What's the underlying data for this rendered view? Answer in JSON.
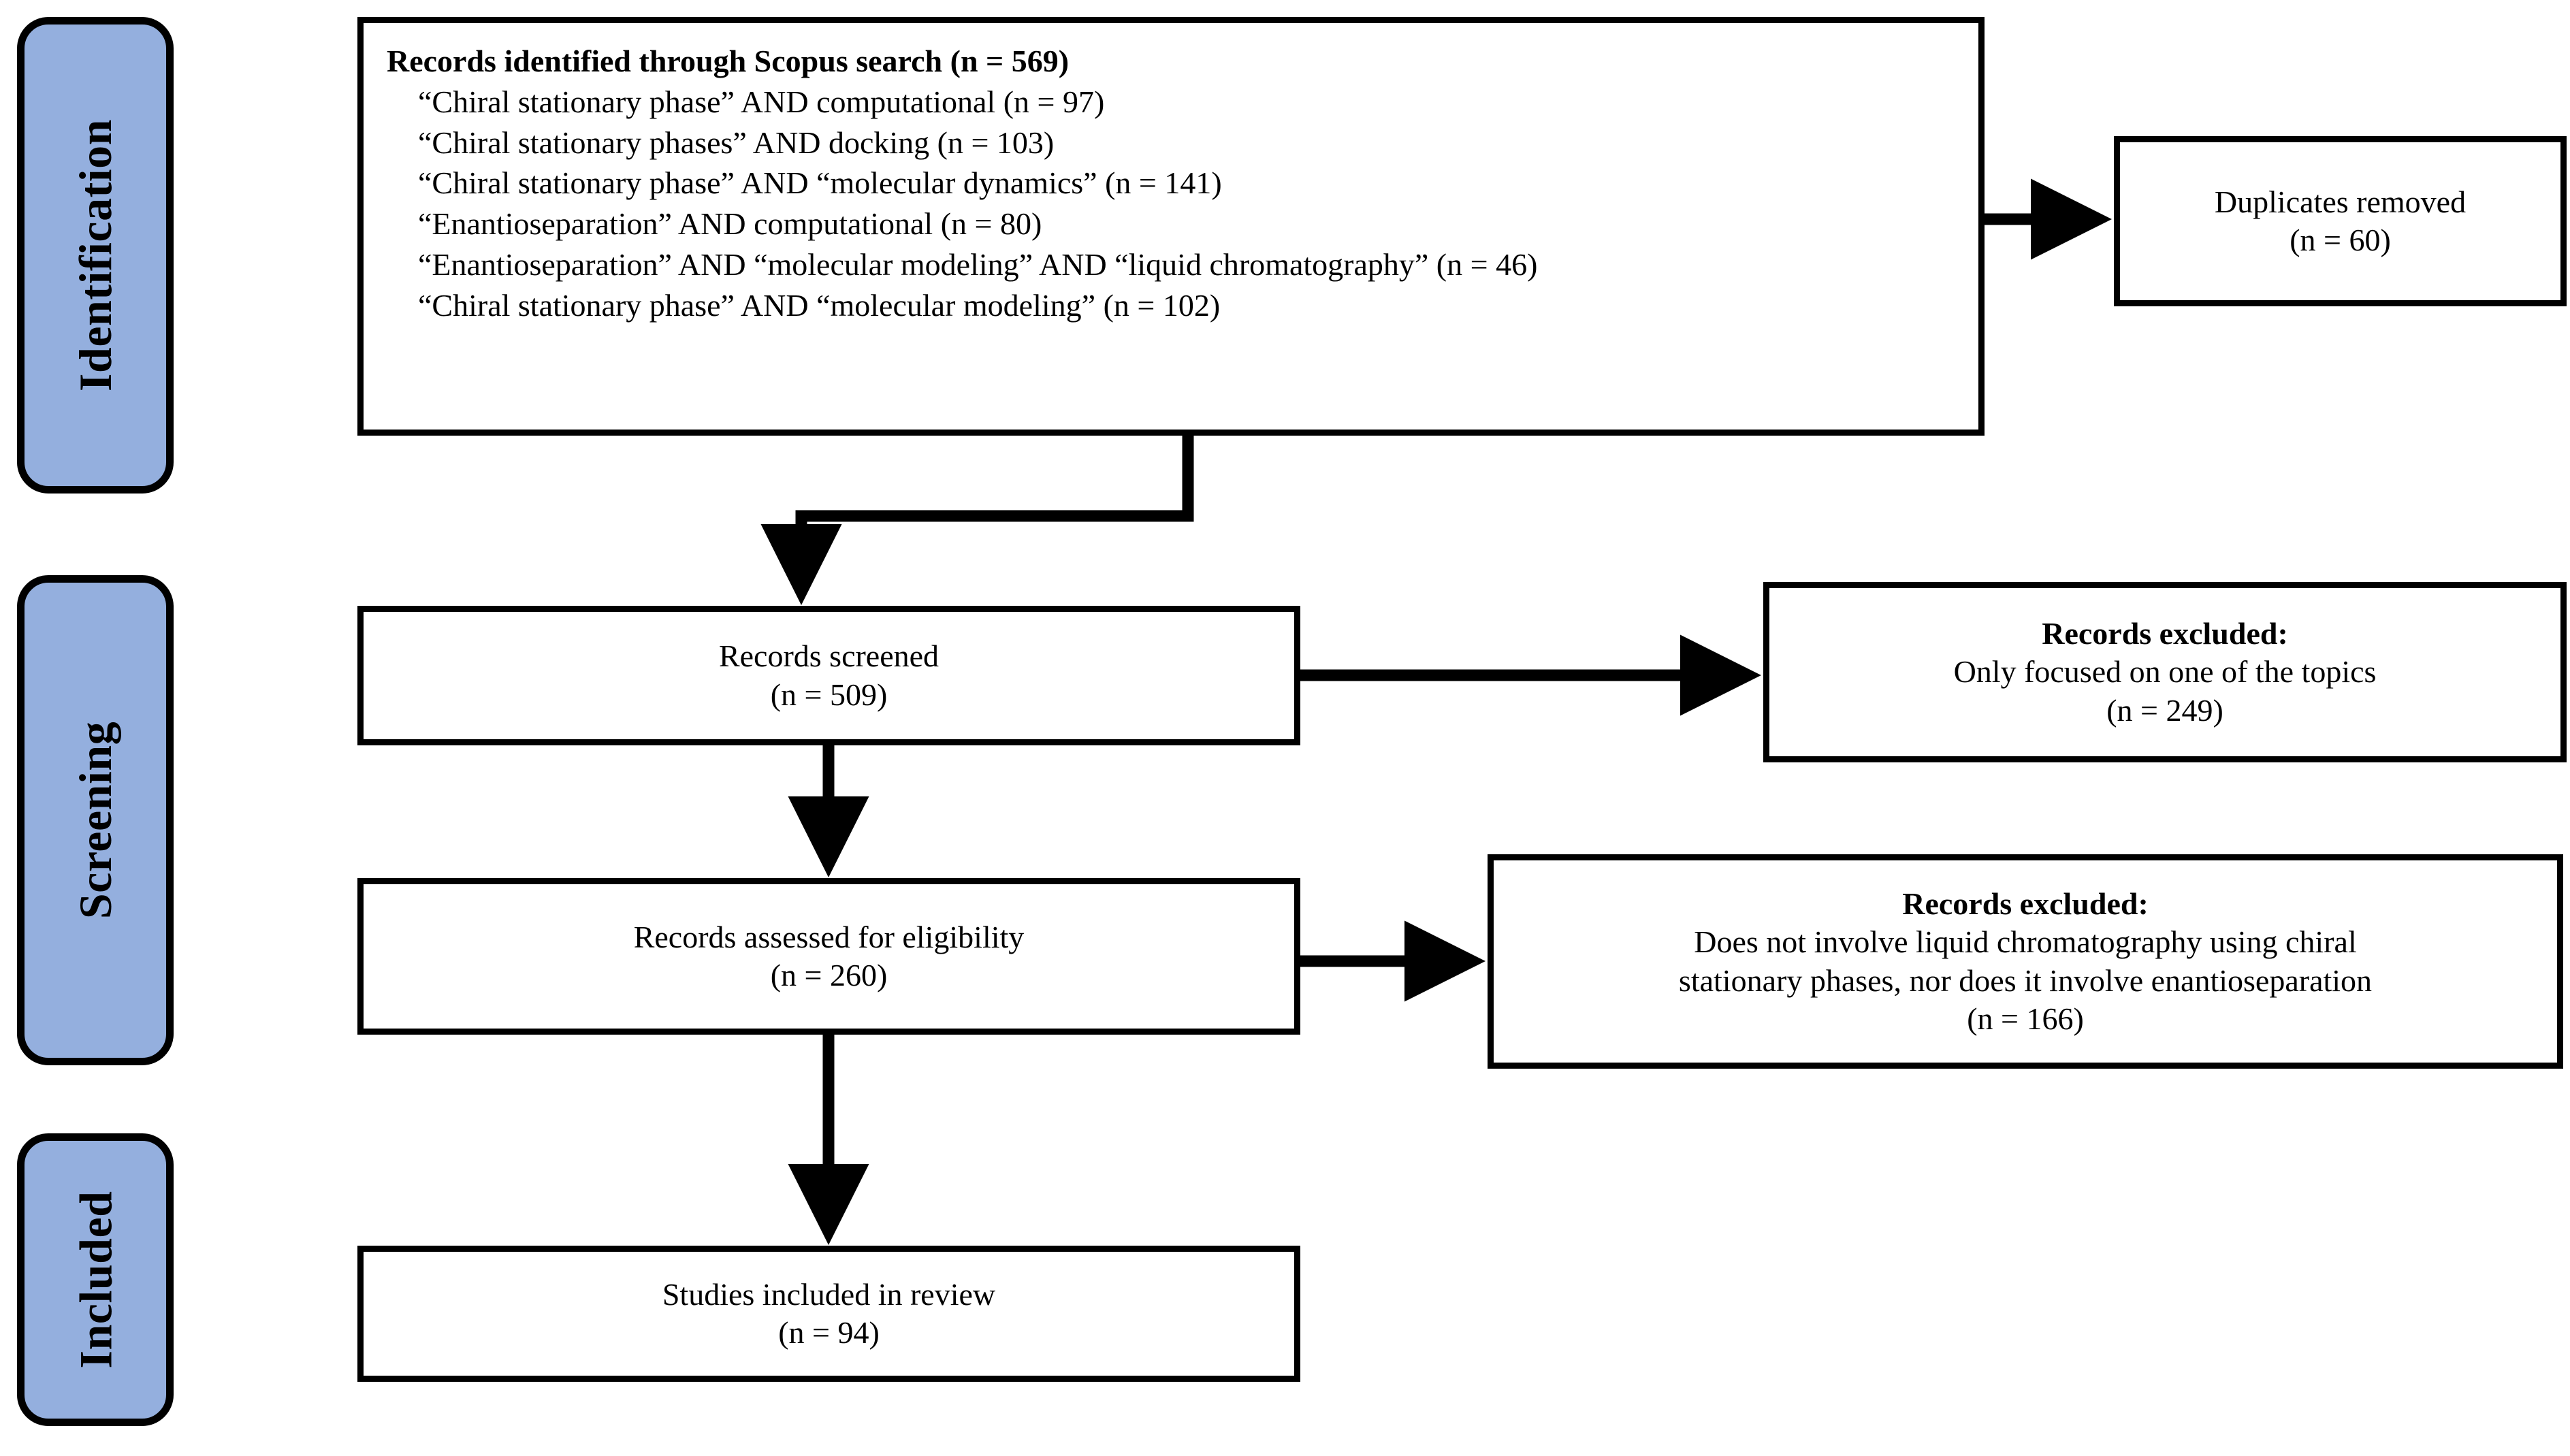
{
  "diagram": {
    "type": "prisma-flow-diagram",
    "accent_color": "#94AFDE",
    "line_color": "#000000",
    "box_fill": "#FFFFFF"
  },
  "stages": [
    {
      "id": "identification",
      "label": "Identification"
    },
    {
      "id": "screening",
      "label": "Screening"
    },
    {
      "id": "included",
      "label": "Included"
    }
  ],
  "identification_box": {
    "header": "Records identified through Scopus search (n = 569)",
    "queries": [
      "“Chiral stationary phase” AND computational (n = 97)",
      "“Chiral stationary phases” AND docking (n = 103)",
      "“Chiral stationary phase” AND “molecular dynamics” (n = 141)",
      "“Enantioseparation” AND computational  (n = 80)",
      "“Enantioseparation” AND “molecular modeling” AND “liquid chromatography” (n = 46)",
      "“Chiral stationary phase” AND “molecular modeling” (n = 102)"
    ]
  },
  "duplicates_box": {
    "line1": "Duplicates removed",
    "line2": "(n = 60)"
  },
  "screened_box": {
    "line1": "Records screened",
    "line2": "(n = 509)"
  },
  "excluded_box_1": {
    "line1": "Records excluded:",
    "line2": "Only focused on one of the topics",
    "line3": "(n = 249)"
  },
  "eligibility_box": {
    "line1": "Records assessed for eligibility",
    "line2": "(n = 260)"
  },
  "excluded_box_2": {
    "line1": "Records excluded:",
    "line2": "Does not involve liquid chromatography using chiral",
    "line3": "stationary phases, nor does it involve enantioseparation",
    "line4": "(n = 166)"
  },
  "included_box": {
    "line1": "Studies included in review",
    "line2": "(n = 94)"
  },
  "flow_counts": {
    "identified": 569,
    "duplicates_removed": 60,
    "screened": 509,
    "excluded_screening": 249,
    "assessed": 260,
    "excluded_eligibility": 166,
    "included": 94
  }
}
